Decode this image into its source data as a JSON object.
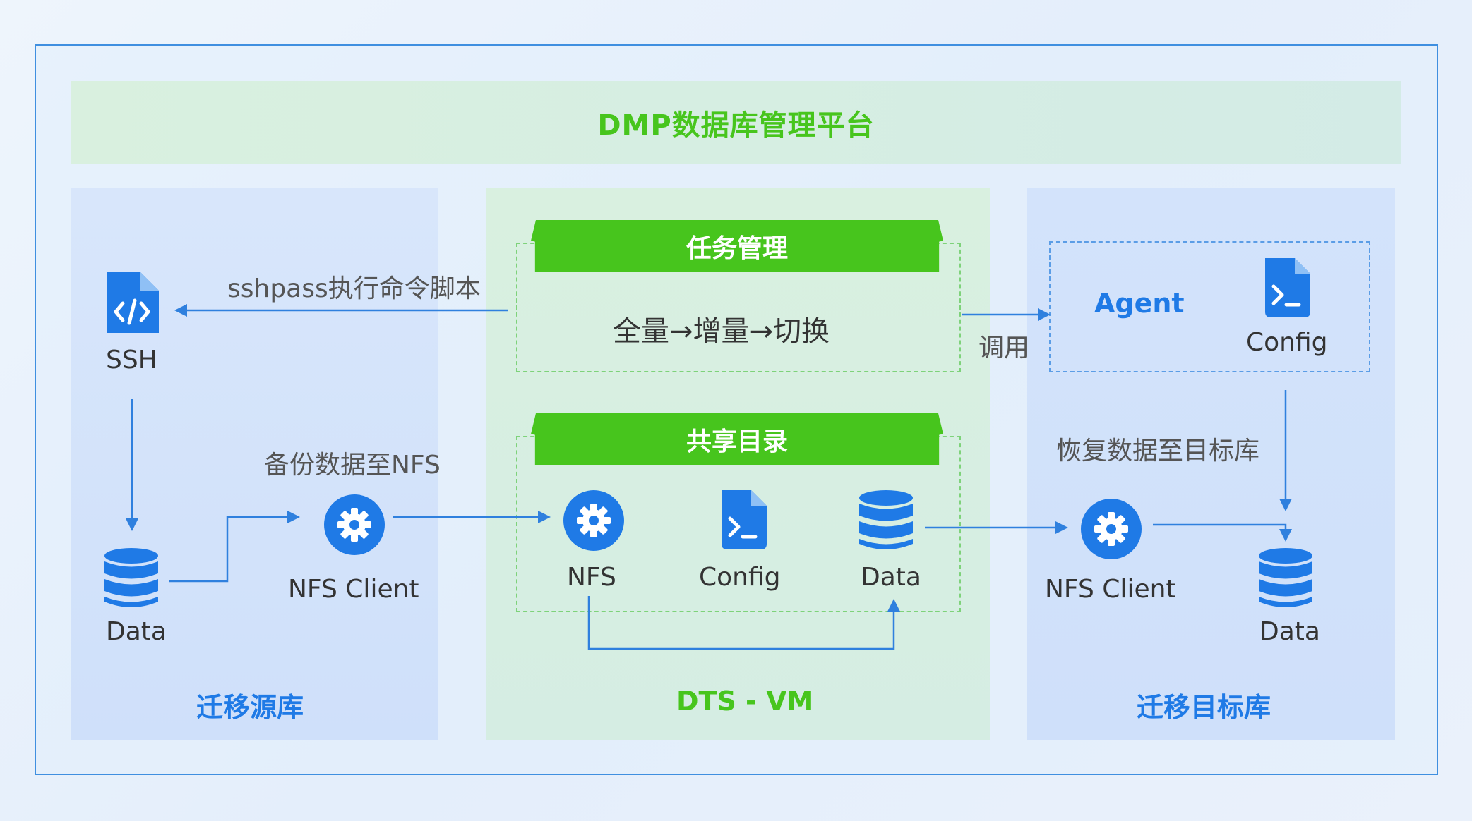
{
  "platform": {
    "title": "DMP数据库管理平台"
  },
  "source": {
    "title": "迁移源库",
    "ssh_label": "SSH",
    "data_label": "Data",
    "nfs_client_label": "NFS Client",
    "backup_caption": "备份数据至NFS",
    "sshpass_caption": "sshpass执行命令脚本"
  },
  "dts": {
    "title": "DTS - VM",
    "task_banner": "任务管理",
    "task_flow": "全量→增量→切换",
    "share_banner": "共享目录",
    "nfs_label": "NFS",
    "config_label": "Config",
    "data_label": "Data",
    "invoke_caption": "调用"
  },
  "target": {
    "title": "迁移目标库",
    "agent_label": "Agent",
    "config_label": "Config",
    "restore_caption": "恢复数据至目标库",
    "nfs_client_label": "NFS Client",
    "data_label": "Data"
  },
  "colors": {
    "accent_blue": "#1f7ae6",
    "accent_green": "#47c51d",
    "line_blue": "#2f80de"
  }
}
